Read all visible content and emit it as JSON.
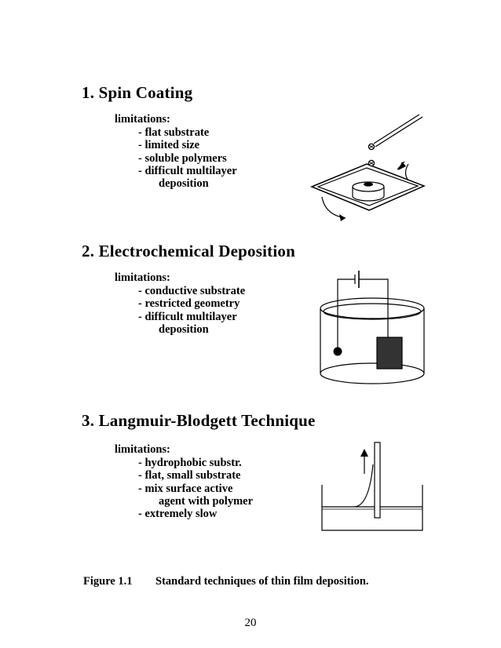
{
  "sections": [
    {
      "title": "1. Spin Coating",
      "limitations_heading": "limitations:",
      "items": [
        "- flat substrate",
        "- limited size",
        "- soluble polymers",
        "- difficult multilayer"
      ],
      "continuation": "deposition"
    },
    {
      "title": "2. Electrochemical Deposition",
      "limitations_heading": "limitations:",
      "items": [
        "- conductive substrate",
        "- restricted geometry",
        "- difficult multilayer"
      ],
      "continuation": "deposition"
    },
    {
      "title": "3. Langmuir-Blodgett Technique",
      "limitations_heading": "limitations:",
      "items": [
        "- hydrophobic substr.",
        "- flat, small substrate",
        "- mix surface active",
        "agent with polymer",
        "- extremely slow"
      ]
    }
  ],
  "caption": {
    "label": "Figure 1.1",
    "text": "Standard techniques of thin film deposition."
  },
  "page_number": "20"
}
